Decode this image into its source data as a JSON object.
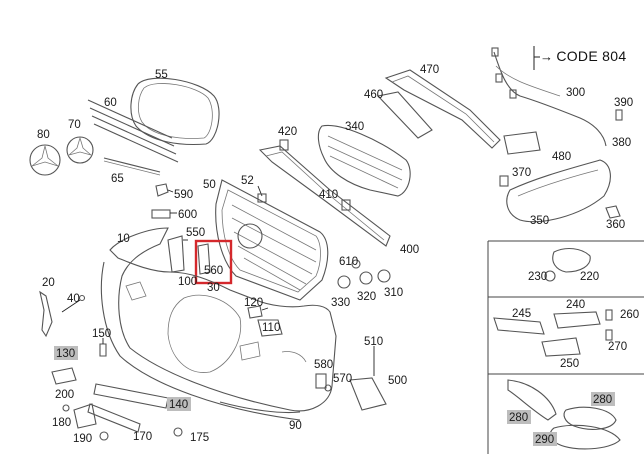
{
  "code_label": "CODE 804",
  "code_arrow": "→",
  "highlight_color": "#d4282c",
  "shade_color": "#bdbdbd",
  "labels": {
    "l55": "55",
    "l60": "60",
    "l80": "80",
    "l70": "70",
    "l65": "65",
    "l590": "590",
    "l600": "600",
    "l10": "10",
    "l20": "20",
    "l40": "40",
    "l130": "130",
    "l150": "150",
    "l200": "200",
    "l180": "180",
    "l190": "190",
    "l170": "170",
    "l175": "175",
    "l140": "140",
    "l90": "90",
    "l50": "50",
    "l52": "52",
    "l550": "550",
    "l100": "100",
    "l560": "560",
    "l30": "30",
    "l120": "120",
    "l110": "110",
    "l420": "420",
    "l340": "340",
    "l460": "460",
    "l470": "470",
    "l410": "410",
    "l400": "400",
    "l610": "610",
    "l330": "330",
    "l320": "320",
    "l310": "310",
    "l510": "510",
    "l580": "580",
    "l570": "570",
    "l500": "500",
    "l300": "300",
    "l390": "390",
    "l380": "380",
    "l480": "480",
    "l370": "370",
    "l350": "350",
    "l360": "360",
    "l230": "230",
    "l220": "220",
    "l245": "245",
    "l240": "240",
    "l260": "260",
    "l270": "270",
    "l250": "250",
    "l280a": "280",
    "l280b": "280",
    "l290": "290"
  }
}
